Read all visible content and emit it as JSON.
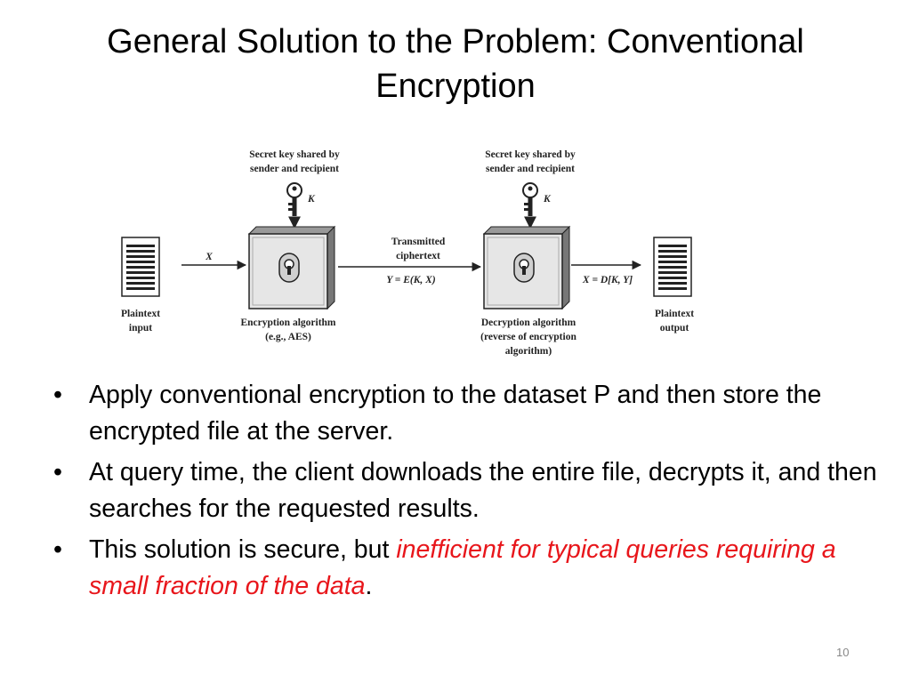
{
  "title": "General Solution to the Problem: Conventional Encryption",
  "diagram": {
    "key_label_line1": "Secret key shared by",
    "key_label_line2": "sender and recipient",
    "key_symbol": "K",
    "plaintext_input_line1": "Plaintext",
    "plaintext_input_line2": "input",
    "input_symbol": "X",
    "encryption_line1": "Encryption algorithm",
    "encryption_line2": "(e.g., AES)",
    "transmitted_line1": "Transmitted",
    "transmitted_line2": "ciphertext",
    "cipher_formula": "Y = E(K, X)",
    "decryption_line1": "Decryption algorithm",
    "decryption_line2": "(reverse of encryption",
    "decryption_line3": "algorithm)",
    "decrypt_formula": "X = D[K, Y]",
    "plaintext_output_line1": "Plaintext",
    "plaintext_output_line2": "output"
  },
  "bullets": [
    {
      "text": "Apply conventional encryption to the dataset P and then store the encrypted file at the server."
    },
    {
      "text": "At query time, the client downloads the entire file, decrypts it, and then searches for the requested results."
    },
    {
      "text": "This solution is secure, but ",
      "emphasis": "inefficient for typical queries requiring a small fraction of the data",
      "suffix": "."
    }
  ],
  "bullet_symbol": "•",
  "page_number": "10",
  "colors": {
    "emphasis": "#e8161b",
    "text": "#000000"
  }
}
